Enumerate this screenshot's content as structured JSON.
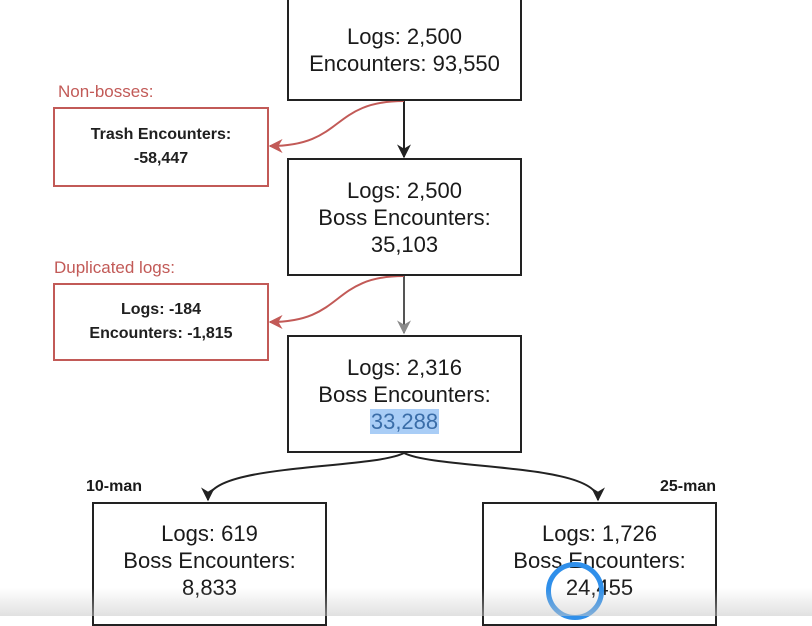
{
  "nodes": {
    "root": {
      "line1": "Logs: 2,500",
      "line2": "Encounters: 93,550"
    },
    "boss": {
      "line1": "Logs: 2,500",
      "line2": "Boss Encounters:",
      "line3": "35,103"
    },
    "dedup": {
      "line1": "Logs: 2,316",
      "line2": "Boss Encounters:",
      "line3": "33,288"
    },
    "ten": {
      "line1": "Logs: 619",
      "line2": "Boss Encounters:",
      "line3": "8,833"
    },
    "twentyfive": {
      "line1": "Logs: 1,726",
      "line2": "Boss Encounters:",
      "line3": "24,455"
    },
    "trash": {
      "line1": "Trash Encounters:",
      "line2": "-58,447"
    },
    "dupes": {
      "line1": "Logs: -184",
      "line2": "Encounters: -1,815"
    }
  },
  "labels": {
    "non_bosses": "Non-bosses:",
    "duplicated_logs": "Duplicated logs:",
    "ten_man": "10-man",
    "twentyfive_man": "25-man"
  },
  "colors": {
    "removal": "#c25a57",
    "flow": "#222222",
    "highlight": "#a9cdf6",
    "cursor": "#2f8fea"
  }
}
